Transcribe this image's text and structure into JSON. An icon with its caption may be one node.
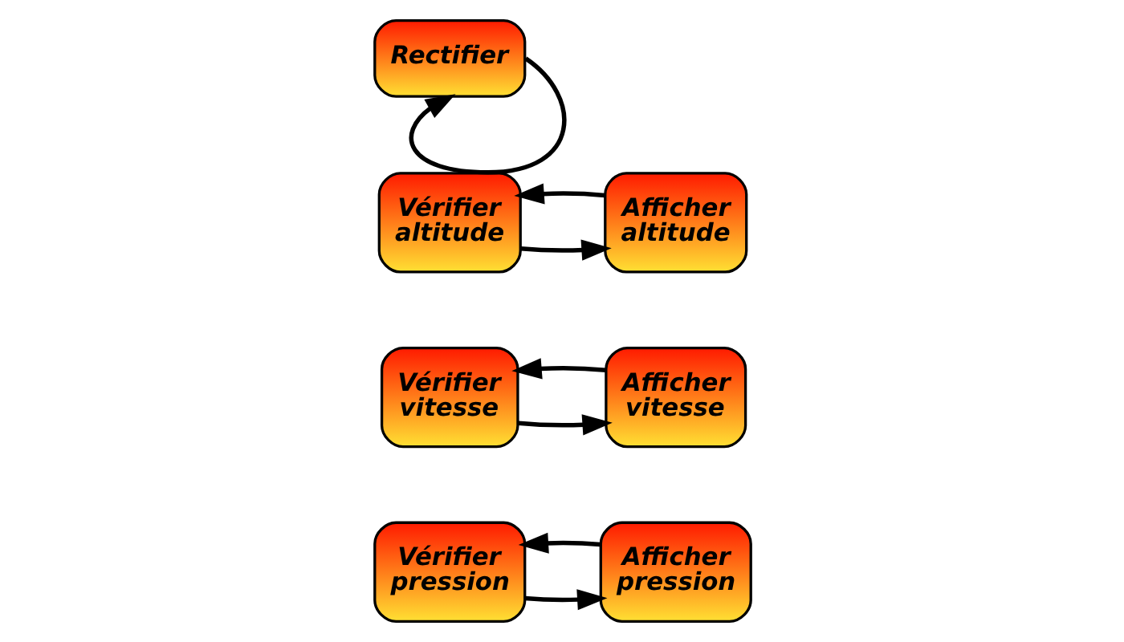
{
  "diagram": {
    "nodes": [
      {
        "text": [
          "Vérifier pression"
        ]
      },
      {
        "text": [
          "Afficher pression"
        ]
      },
      {
        "text": [
          "Vérifier vitesse"
        ]
      },
      {
        "text": [
          "Afficher vitesse"
        ]
      },
      {
        "text": [
          "Vérifier altitude"
        ]
      },
      {
        "text": [
          "Afficher altitude"
        ]
      },
      {
        "text": [
          "Rectifier"
        ]
      }
    ],
    "edges": [
      {
        "from": 0,
        "to": 1,
        "arrow": "to"
      },
      {
        "from": 1,
        "to": 0,
        "arrow": "to"
      },
      {
        "from": 2,
        "to": 3,
        "arrow": "to"
      },
      {
        "from": 3,
        "to": 2,
        "arrow": "to"
      },
      {
        "from": 4,
        "to": 5,
        "arrow": "to"
      },
      {
        "from": 5,
        "to": 4,
        "arrow": "to"
      },
      {
        "from": 6,
        "to": 6,
        "arrow": "to"
      }
    ]
  }
}
